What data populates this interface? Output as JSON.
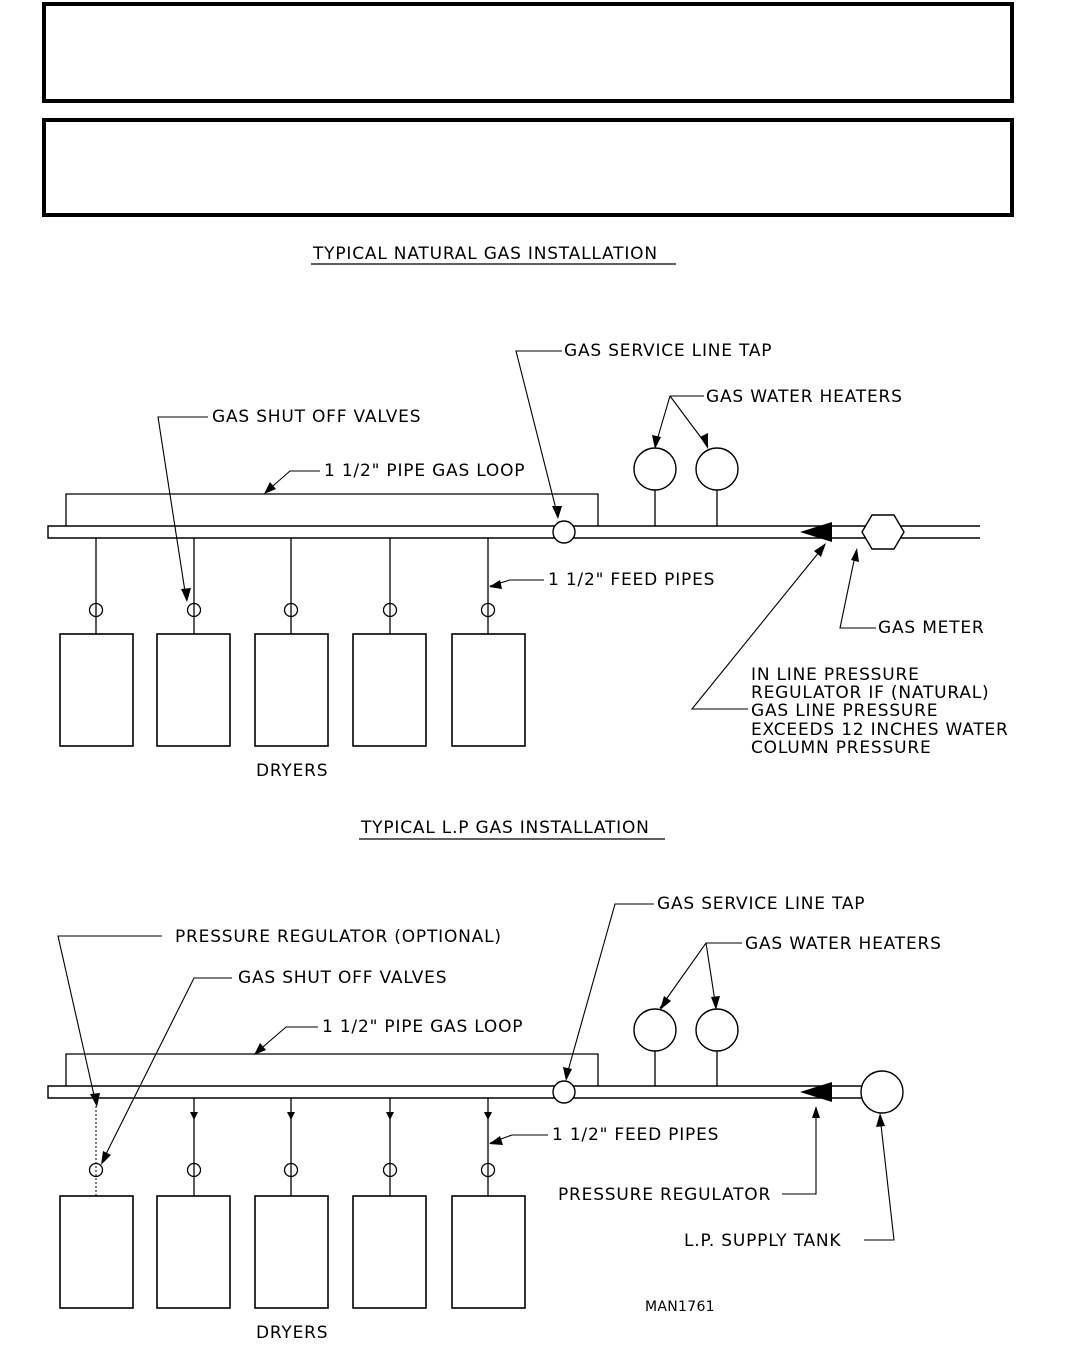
{
  "natural": {
    "title": "TYPICAL NATURAL GAS INSTALLATION",
    "service_tap": "GAS SERVICE LINE TAP",
    "water_heaters": "GAS WATER HEATERS",
    "shutoff_valves": "GAS SHUT OFF VALVES",
    "pipe_loop": "1 1/2\" PIPE GAS LOOP",
    "feed_pipes": "1 1/2\" FEED PIPES",
    "gas_meter": "GAS METER",
    "regulator_note": [
      "IN LINE PRESSURE",
      "REGULATOR IF (NATURAL)",
      "GAS LINE PRESSURE",
      "EXCEEDS 12 INCHES WATER",
      "COLUMN PRESSURE"
    ],
    "dryers": "DRYERS"
  },
  "lp": {
    "title": "TYPICAL L.P GAS INSTALLATION",
    "service_tap": "GAS SERVICE LINE TAP",
    "water_heaters": "GAS WATER HEATERS",
    "pressure_regulator_optional": "PRESSURE REGULATOR (OPTIONAL)",
    "shutoff_valves": "GAS SHUT OFF VALVES",
    "pipe_loop": "1 1/2\" PIPE GAS LOOP",
    "feed_pipes": "1 1/2\" FEED PIPES",
    "pressure_regulator": "PRESSURE REGULATOR",
    "supply_tank": "L.P. SUPPLY TANK",
    "dryers": "DRYERS"
  },
  "drawing_code": "MAN1761"
}
